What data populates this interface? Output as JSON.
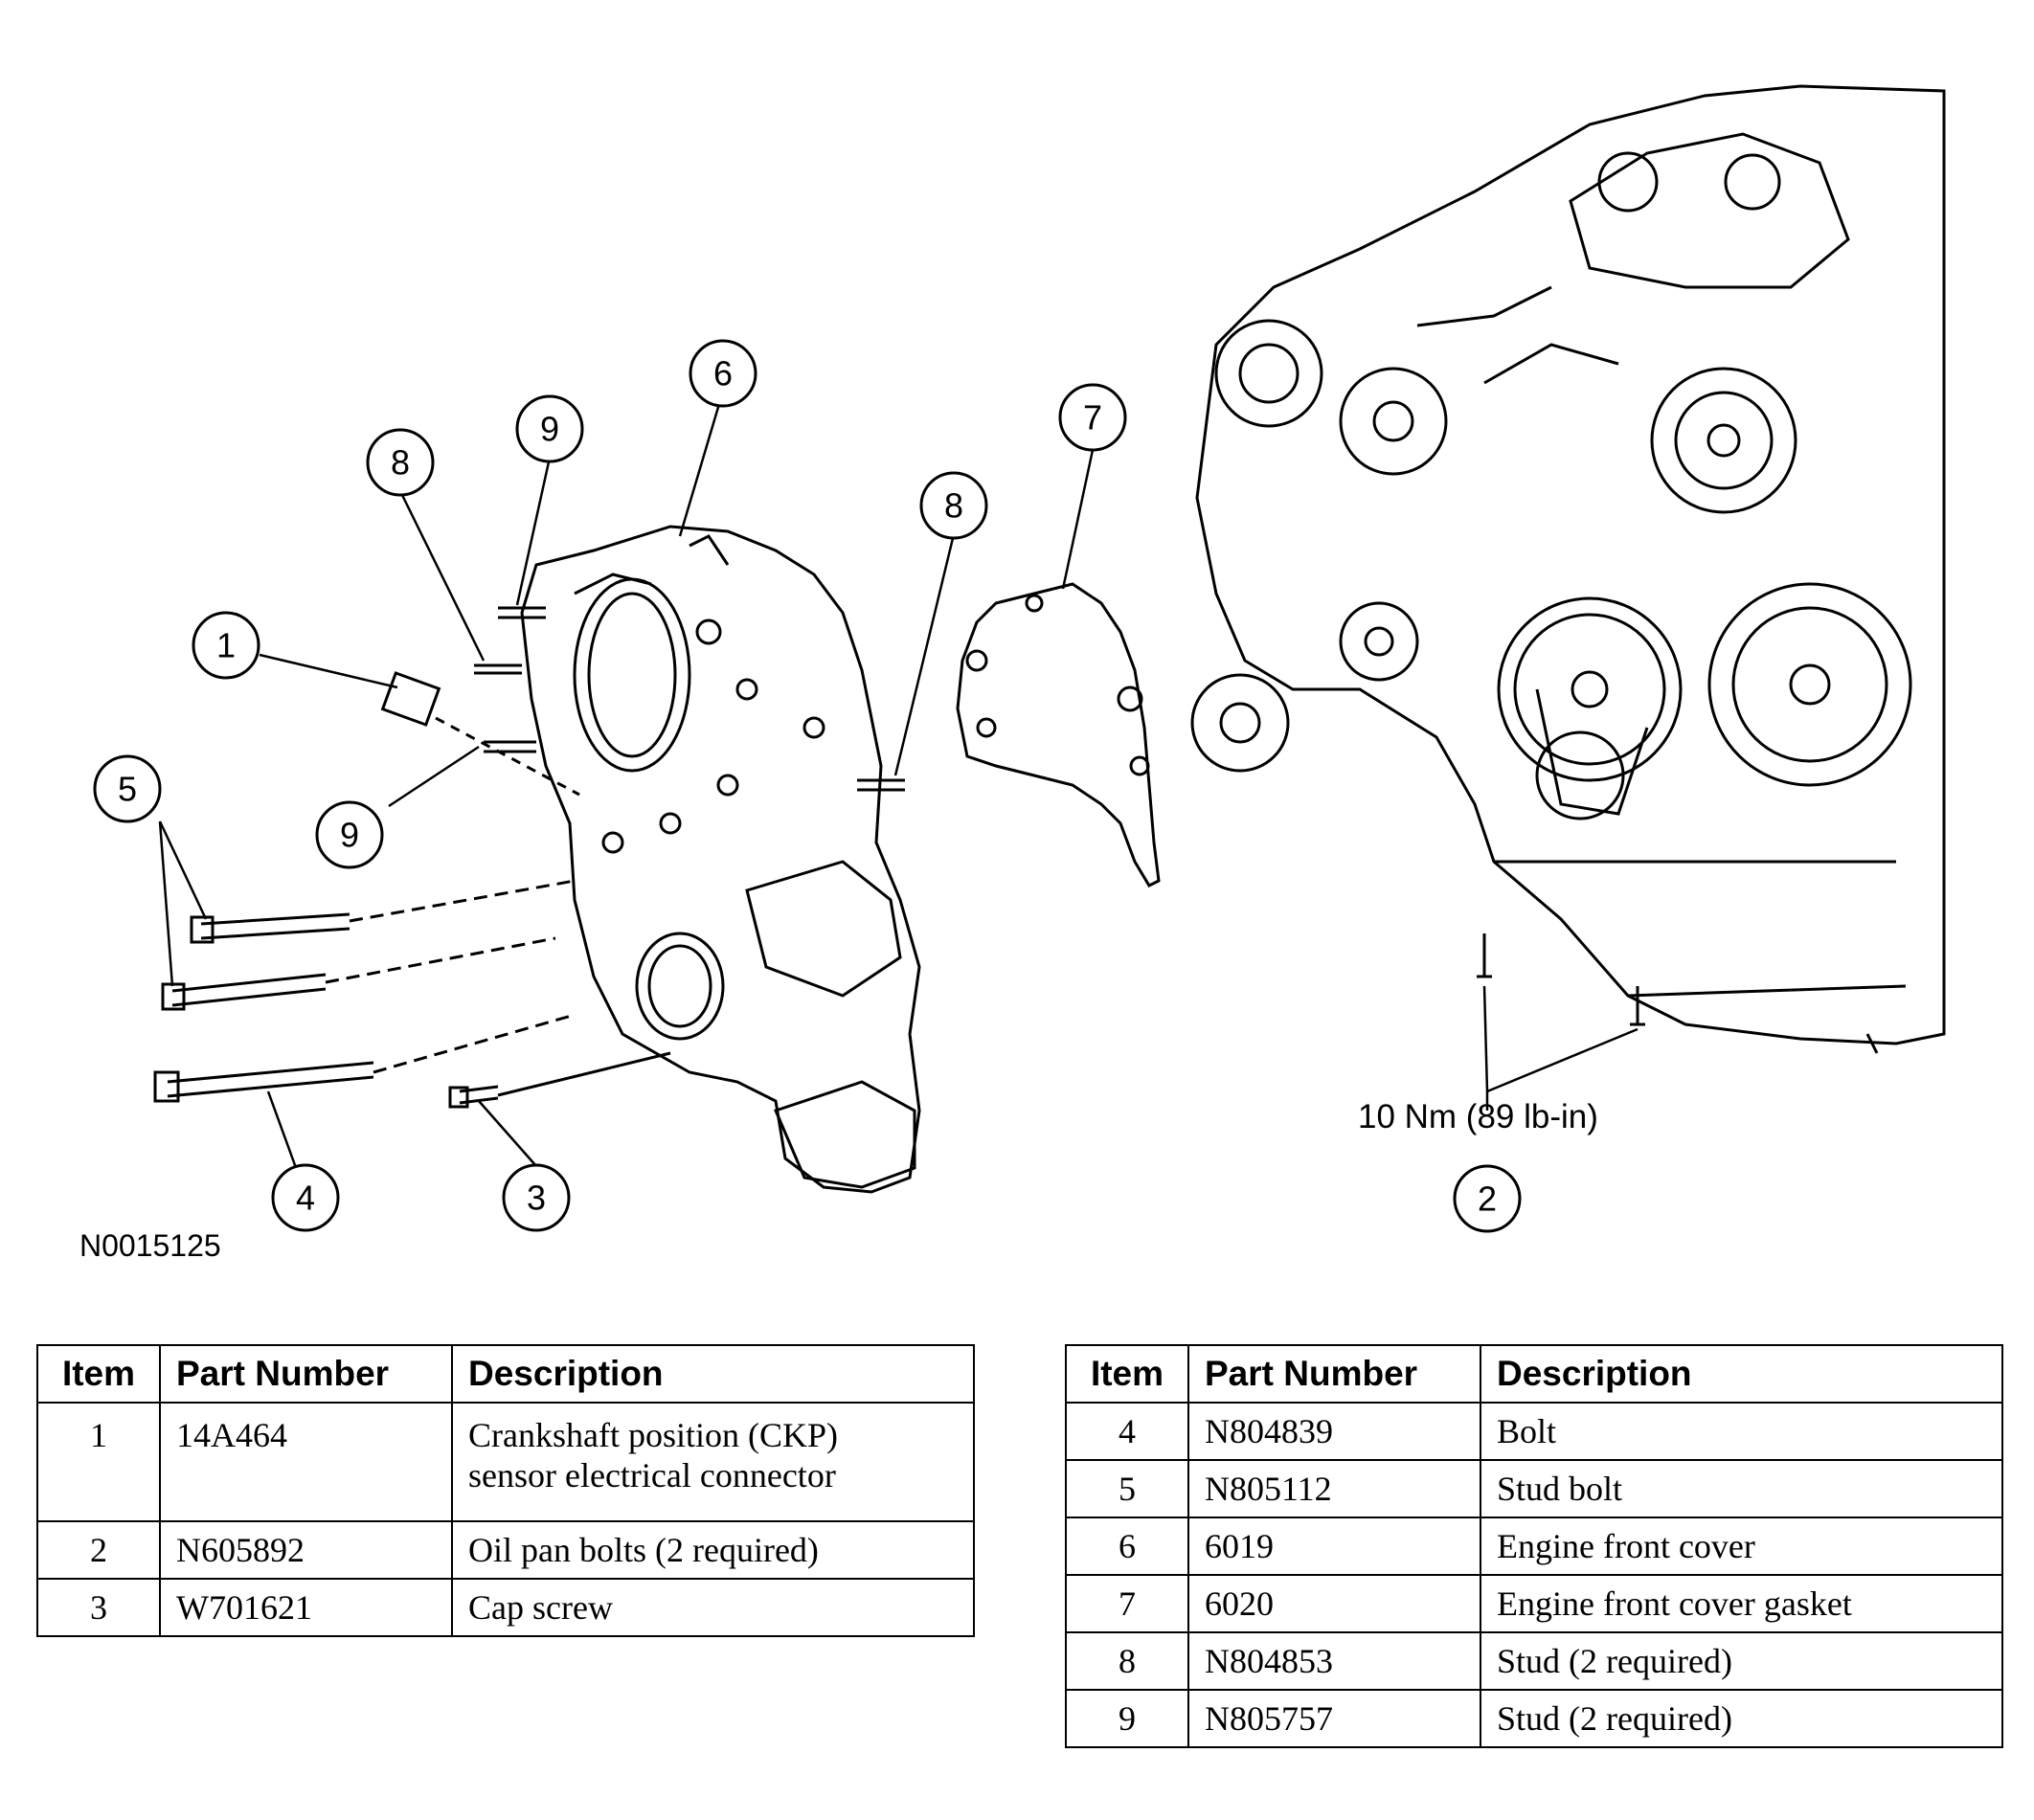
{
  "figure_id": "N0015125",
  "torque_label": "10 Nm (89 lb-in)",
  "callouts": [
    "1",
    "2",
    "3",
    "4",
    "5",
    "6",
    "7",
    "8",
    "9"
  ],
  "table_headers": {
    "item": "Item",
    "part_number": "Part Number",
    "description": "Description"
  },
  "table_left": [
    {
      "item": "1",
      "part": "14A464",
      "desc_line1": "Crankshaft position (CKP)",
      "desc_line2": "sensor electrical connector"
    },
    {
      "item": "2",
      "part": "N605892",
      "desc": "Oil pan bolts (2 required)"
    },
    {
      "item": "3",
      "part": "W701621",
      "desc": "Cap screw"
    }
  ],
  "table_right": [
    {
      "item": "4",
      "part": "N804839",
      "desc": "Bolt"
    },
    {
      "item": "5",
      "part": "N805112",
      "desc": "Stud bolt"
    },
    {
      "item": "6",
      "part": "6019",
      "desc": "Engine front cover"
    },
    {
      "item": "7",
      "part": "6020",
      "desc": "Engine front cover gasket"
    },
    {
      "item": "8",
      "part": "N804853",
      "desc": "Stud (2 required)"
    },
    {
      "item": "9",
      "part": "N805757",
      "desc": "Stud (2 required)"
    }
  ]
}
